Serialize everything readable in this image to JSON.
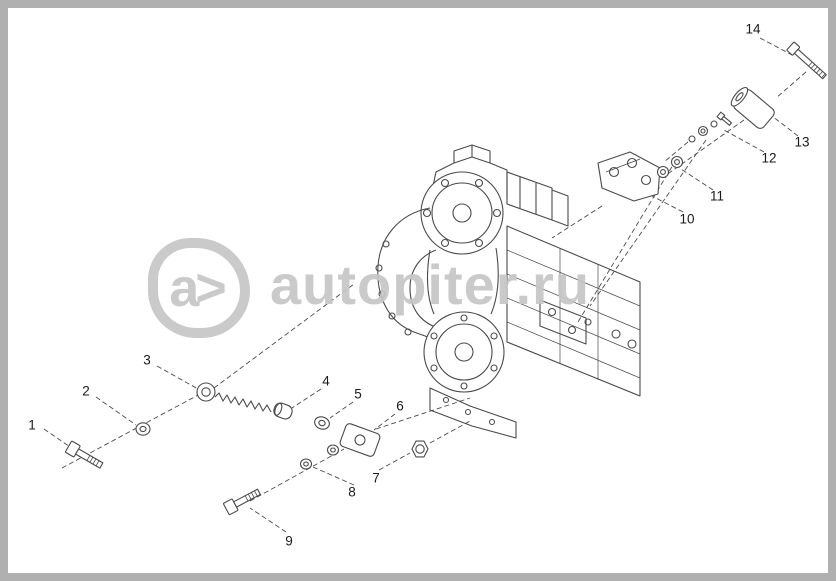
{
  "watermark": {
    "logo": "a>",
    "text": "autopiter.ru"
  },
  "diagram": {
    "callouts": [
      {
        "number": "1"
      },
      {
        "number": "2"
      },
      {
        "number": "3"
      },
      {
        "number": "4"
      },
      {
        "number": "5"
      },
      {
        "number": "6"
      },
      {
        "number": "7"
      },
      {
        "number": "8"
      },
      {
        "number": "9"
      },
      {
        "number": "10"
      },
      {
        "number": "11"
      },
      {
        "number": "12"
      },
      {
        "number": "13"
      },
      {
        "number": "14"
      }
    ]
  },
  "colors": {
    "line": "#4a4a4a",
    "watermark": "#c6c6c6",
    "frame": "#b0b0b0",
    "background": "#ffffff",
    "text": "#1a1a1a"
  }
}
